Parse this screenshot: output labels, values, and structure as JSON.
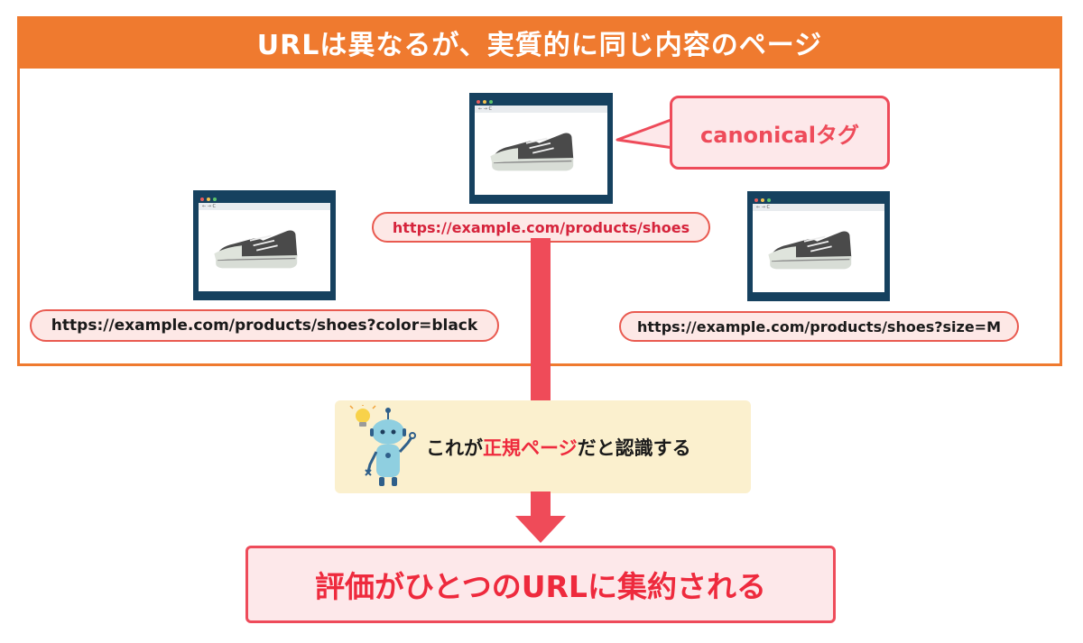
{
  "frame": {
    "title": "URLは異なるが、実質的に同じ内容のページ"
  },
  "pages": [
    {
      "url": "https://example.com/products/shoes?color=black"
    },
    {
      "url": "https://example.com/products/shoes"
    },
    {
      "url": "https://example.com/products/shoes?size=M"
    }
  ],
  "browser": {
    "nav": "← → C"
  },
  "bubble": {
    "label": "canonicalタグ"
  },
  "note": {
    "text_before": "これが",
    "text_highlight": "正規ページ",
    "text_after": "だと認識する"
  },
  "result": {
    "label": "評価がひとつのURLに集約される"
  },
  "colors": {
    "orange": "#ef7a2f",
    "red": "#ef4b59",
    "pink_bg": "#fde8ea",
    "note_bg": "#fbf0ce",
    "browser_frame": "#16415f"
  }
}
